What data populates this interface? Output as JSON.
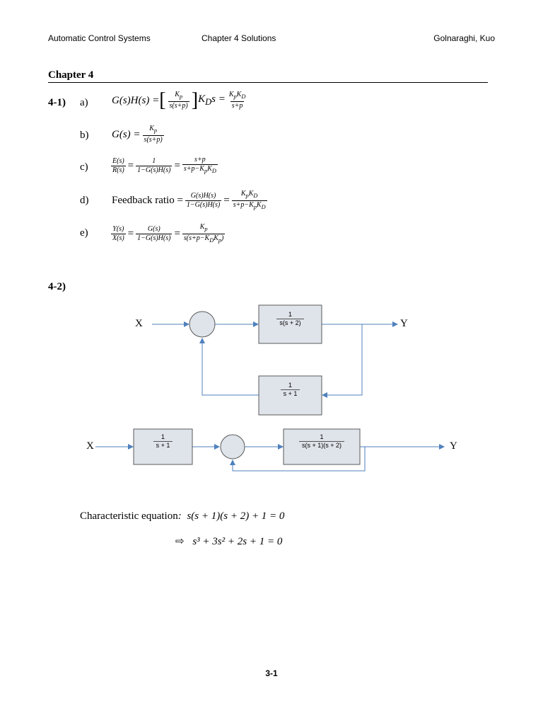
{
  "header": {
    "left": "Automatic Control Systems",
    "center": "Chapter 4 Solutions",
    "right": "Golnaraghi, Kuo"
  },
  "chapter_title": "Chapter 4",
  "problem1": {
    "number": "4-1)",
    "parts": [
      {
        "label": "a)",
        "text": "G(s)H(s) = [Kp / s(s+p)] KD s = KpKD / (s+p)"
      },
      {
        "label": "b)",
        "text": "G(s) = Kp / s(s+p)"
      },
      {
        "label": "c)",
        "text": "E(s)/R(s) = 1 / (1−G(s)H(s)) = (s+p) / (s+p−KpKD)"
      },
      {
        "label": "d)",
        "prefix": "Feedback ratio =",
        "text": "G(s)H(s) / (1−G(s)H(s)) = KpKD / (s+p−KpKD)"
      },
      {
        "label": "e)",
        "text": "Y(s)/X(s) = G(s) / (1−G(s)H(s)) = Kp / s(s+p−KDKp)"
      }
    ]
  },
  "problem2": {
    "number": "4-2)",
    "diagram1": {
      "input": "X",
      "output": "Y",
      "forward_num": "1",
      "forward_den": "s(s + 2)",
      "feedback_num": "1",
      "feedback_den": "s + 1"
    },
    "diagram2": {
      "input": "X",
      "output": "Y",
      "pre_num": "1",
      "pre_den": "s + 1",
      "forward_num": "1",
      "forward_den": "s(s + 1)(s + 2)"
    },
    "char_eq_label": "Characteristic equation",
    "char_eq": "s(s + 1)(s + 2) +  1 = 0",
    "implies": "⇨",
    "char_eq2": "s³ + 3s² + 2s + 1 = 0"
  },
  "footer": "3-1",
  "colors": {
    "block_fill": "#dfe3ea",
    "block_border": "#5a5a5a",
    "line": "#4f81bd"
  }
}
